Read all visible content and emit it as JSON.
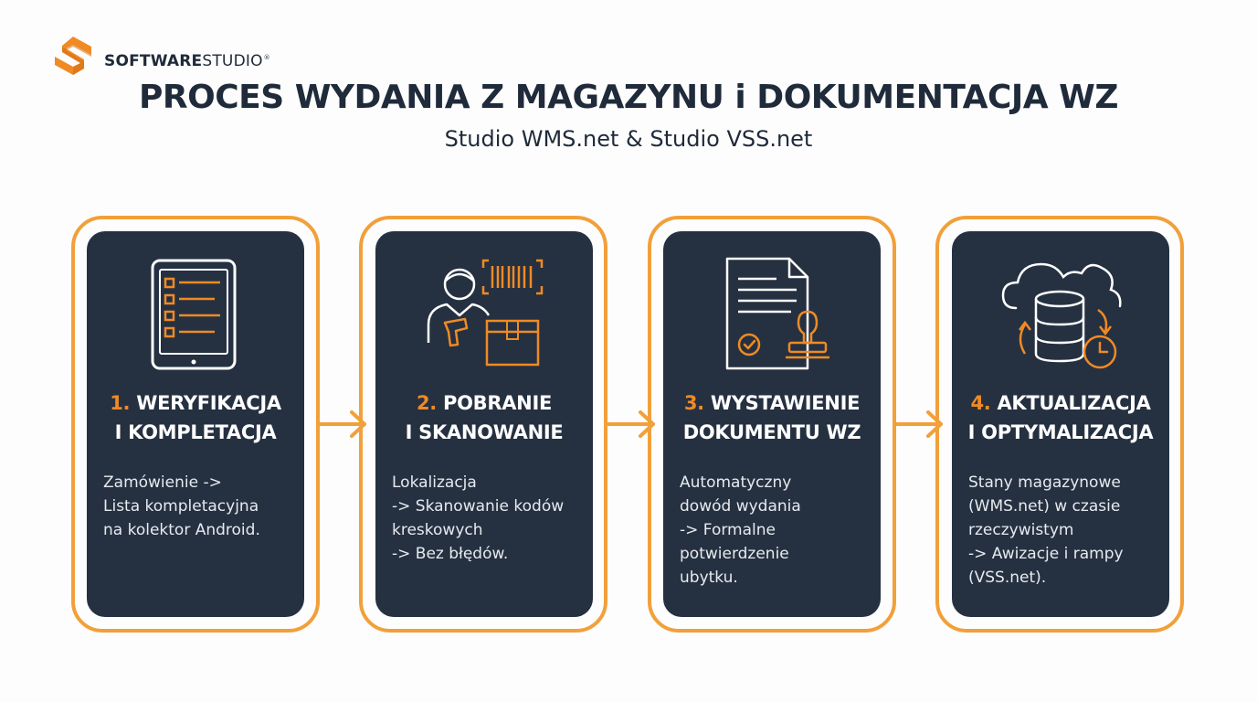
{
  "brand": {
    "name_bold": "SOFTWARE",
    "name_light": "STUDIO",
    "mark": "®"
  },
  "title": "PROCES WYDANIA Z MAGAZYNU i DOKUMENTACJA WZ",
  "subtitle": "Studio WMS.net & Studio VSS.net",
  "colors": {
    "accent": "#f08a24",
    "frame": "#f1a03a",
    "card": "#253141",
    "text_dark": "#1f2a3a"
  },
  "steps": [
    {
      "number": "1.",
      "title_line1": "WERYFIKACJA",
      "title_line2": "I KOMPLETACJA",
      "description": "Zamówienie ->\nLista kompletacyjna\nna kolektor Android.",
      "icon": "tablet-checklist-icon"
    },
    {
      "number": "2.",
      "title_line1": "POBRANIE",
      "title_line2": "I SKANOWANIE",
      "description": "Lokalizacja\n-> Skanowanie kodów\nkreskowych\n-> Bez błędów.",
      "icon": "worker-scanner-icon"
    },
    {
      "number": "3.",
      "title_line1": "WYSTAWIENIE",
      "title_line2": "DOKUMENTU WZ",
      "description": "Automatyczny\ndowód wydania\n-> Formalne\npotwierdzenie\nubytku.",
      "icon": "document-stamp-icon"
    },
    {
      "number": "4.",
      "title_line1": "AKTUALIZACJA",
      "title_line2": "I OPTYMALIZACJA",
      "description": "Stany magazynowe\n(WMS.net) w czasie\nrzeczywistym\n-> Awizacje i rampy\n(VSS.net).",
      "icon": "cloud-database-sync-icon"
    }
  ]
}
